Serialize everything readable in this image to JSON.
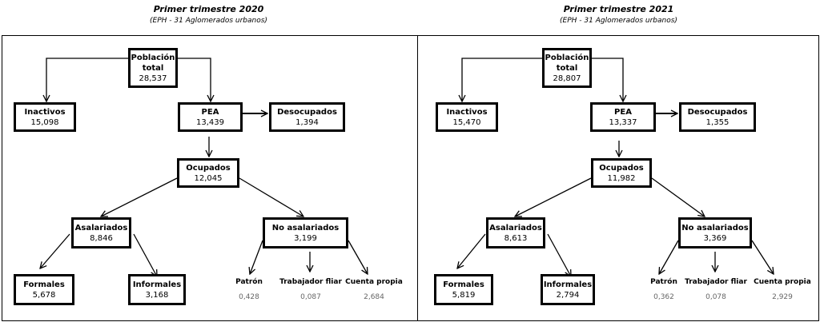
{
  "panels": [
    {
      "title": "Primer trimestre 2020",
      "subtitle": "(EPH - 31 Aglomerados urbanos)",
      "nodes": {
        "poblacion": {
          "label": "Población total",
          "value": "28,537"
        },
        "inactivos": {
          "label": "Inactivos",
          "value": "15,098"
        },
        "pea": {
          "label": "PEA",
          "value": "13,439"
        },
        "desocupados": {
          "label": "Desocupados",
          "value": "1,394"
        },
        "ocupados": {
          "label": "Ocupados",
          "value": "12,045"
        },
        "asalariados": {
          "label": "Asalariados",
          "value": "8,846"
        },
        "no_asalariados": {
          "label": "No asalariados",
          "value": "3,199"
        },
        "formales": {
          "label": "Formales",
          "value": "5,678"
        },
        "informales": {
          "label": "Informales",
          "value": "3,168"
        },
        "patron": {
          "label": "Patrón",
          "value": "0,428"
        },
        "trabajador_fliar": {
          "label": "Trabajador fliar",
          "value": "0,087"
        },
        "cuenta_propia": {
          "label": "Cuenta propia",
          "value": "2,684"
        }
      }
    },
    {
      "title": "Primer trimestre 2021",
      "subtitle": "(EPH - 31 Aglomerados urbanos)",
      "nodes": {
        "poblacion": {
          "label": "Población total",
          "value": "28,807"
        },
        "inactivos": {
          "label": "Inactivos",
          "value": "15,470"
        },
        "pea": {
          "label": "PEA",
          "value": "13,337"
        },
        "desocupados": {
          "label": "Desocupados",
          "value": "1,355"
        },
        "ocupados": {
          "label": "Ocupados",
          "value": "11,982"
        },
        "asalariados": {
          "label": "Asalariados",
          "value": "8,613"
        },
        "no_asalariados": {
          "label": "No asalariados",
          "value": "3,369"
        },
        "formales": {
          "label": "Formales",
          "value": "5,819"
        },
        "informales": {
          "label": "Informales",
          "value": "2,794"
        },
        "patron": {
          "label": "Patrón",
          "value": "0,362"
        },
        "trabajador_fliar": {
          "label": "Trabajador fliar",
          "value": "0,078"
        },
        "cuenta_propia": {
          "label": "Cuenta propia",
          "value": "2,929"
        }
      }
    }
  ]
}
